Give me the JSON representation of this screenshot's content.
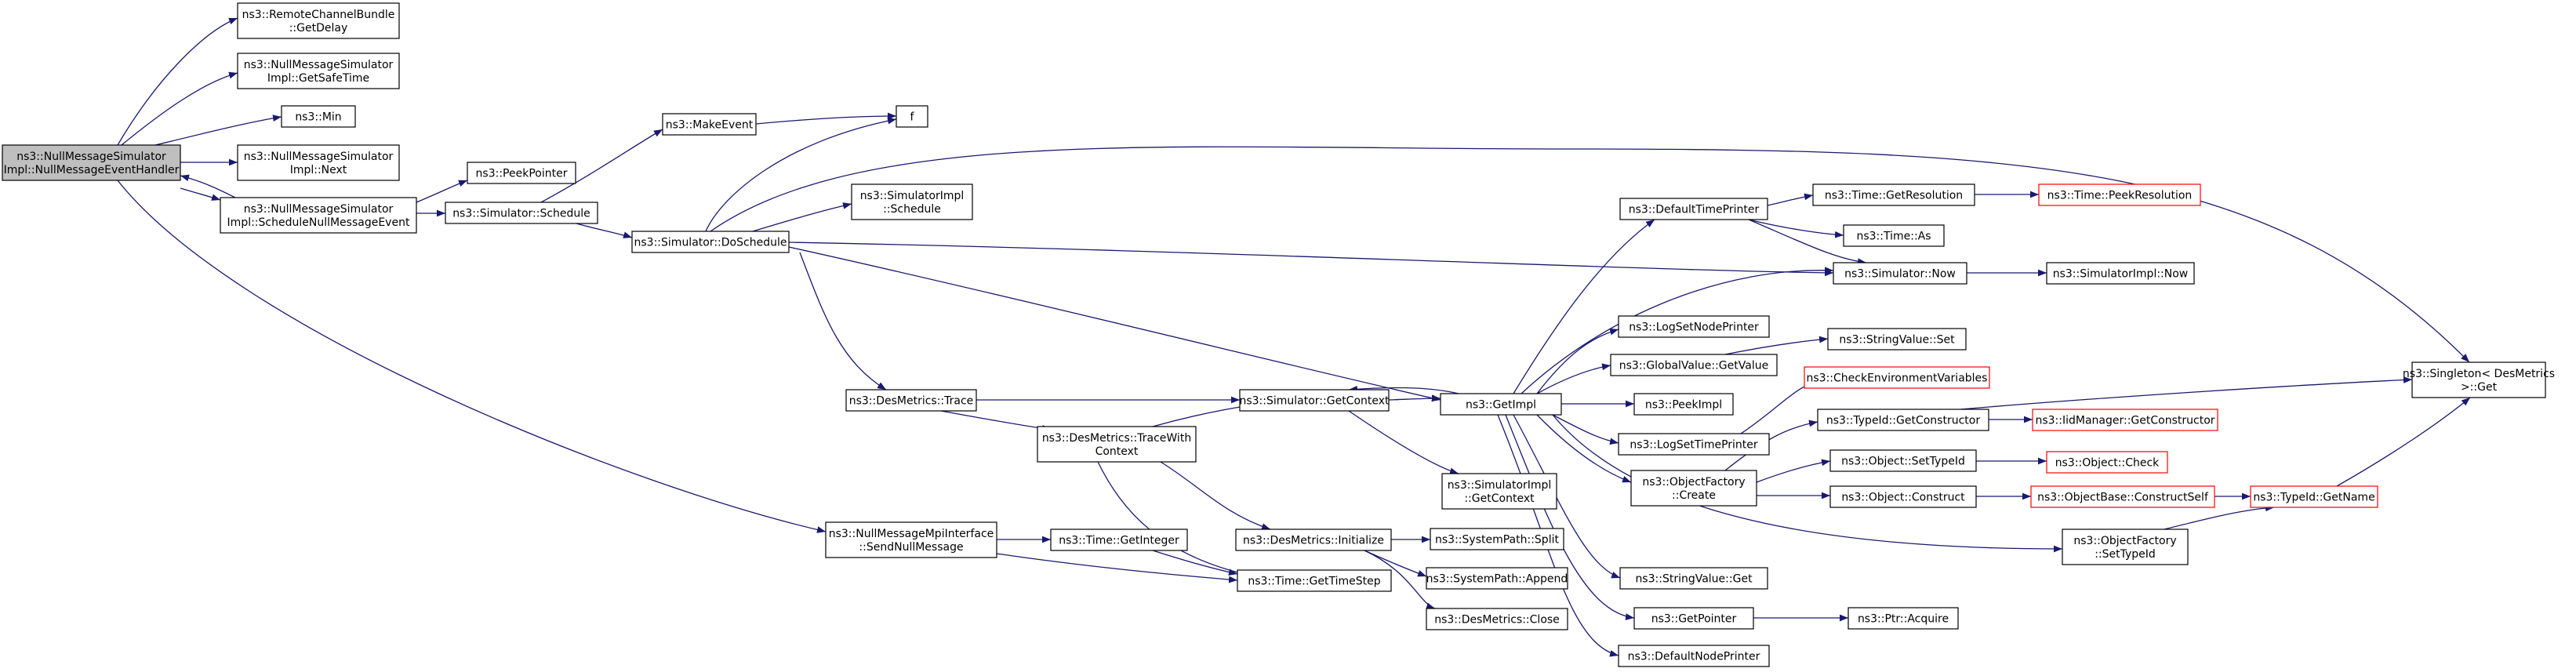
{
  "colors": {
    "edge": "#191970",
    "node_border": "#000000",
    "node_fill": "#ffffff",
    "root_fill": "#bfbfbf",
    "truncated_border": "#ff0000"
  },
  "graph": {
    "nodes": [
      {
        "id": "root",
        "lines": [
          "ns3::NullMessageSimulator",
          "Impl::NullMessageEventHandler"
        ],
        "style": "root"
      },
      {
        "id": "getdelay",
        "lines": [
          "ns3::RemoteChannelBundle",
          "::GetDelay"
        ]
      },
      {
        "id": "getsafetime",
        "lines": [
          "ns3::NullMessageSimulator",
          "Impl::GetSafeTime"
        ]
      },
      {
        "id": "min",
        "lines": [
          "ns3::Min"
        ]
      },
      {
        "id": "next",
        "lines": [
          "ns3::NullMessageSimulator",
          "Impl::Next"
        ]
      },
      {
        "id": "schednull",
        "lines": [
          "ns3::NullMessageSimulator",
          "Impl::ScheduleNullMessageEvent"
        ]
      },
      {
        "id": "peekpointer",
        "lines": [
          "ns3::PeekPointer"
        ]
      },
      {
        "id": "sched",
        "lines": [
          "ns3::Simulator::Schedule"
        ]
      },
      {
        "id": "makeevent",
        "lines": [
          "ns3::MakeEvent"
        ]
      },
      {
        "id": "f",
        "lines": [
          "f"
        ]
      },
      {
        "id": "simimplsched",
        "lines": [
          "ns3::SimulatorImpl",
          "::Schedule"
        ]
      },
      {
        "id": "dosched",
        "lines": [
          "ns3::Simulator::DoSchedule"
        ]
      },
      {
        "id": "trace",
        "lines": [
          "ns3::DesMetrics::Trace"
        ]
      },
      {
        "id": "tracectx",
        "lines": [
          "ns3::DesMetrics::TraceWith",
          "Context"
        ]
      },
      {
        "id": "getctx",
        "lines": [
          "ns3::Simulator::GetContext"
        ]
      },
      {
        "id": "simimplctx",
        "lines": [
          "ns3::SimulatorImpl",
          "::GetContext"
        ]
      },
      {
        "id": "init",
        "lines": [
          "ns3::DesMetrics::Initialize"
        ]
      },
      {
        "id": "split",
        "lines": [
          "ns3::SystemPath::Split"
        ]
      },
      {
        "id": "append",
        "lines": [
          "ns3::SystemPath::Append"
        ]
      },
      {
        "id": "close",
        "lines": [
          "ns3::DesMetrics::Close"
        ]
      },
      {
        "id": "sendnull",
        "lines": [
          "ns3::NullMessageMpiInterface",
          "::SendNullMessage"
        ]
      },
      {
        "id": "getint",
        "lines": [
          "ns3::Time::GetInteger"
        ]
      },
      {
        "id": "timestep",
        "lines": [
          "ns3::Time::GetTimeStep"
        ]
      },
      {
        "id": "getimpl",
        "lines": [
          "ns3::GetImpl"
        ]
      },
      {
        "id": "deftp",
        "lines": [
          "ns3::DefaultTimePrinter"
        ]
      },
      {
        "id": "getres",
        "lines": [
          "ns3::Time::GetResolution"
        ]
      },
      {
        "id": "peekres",
        "lines": [
          "ns3::Time::PeekResolution"
        ],
        "style": "truncated"
      },
      {
        "id": "timeas",
        "lines": [
          "ns3::Time::As"
        ]
      },
      {
        "id": "simnow",
        "lines": [
          "ns3::Simulator::Now"
        ]
      },
      {
        "id": "simimplnow",
        "lines": [
          "ns3::SimulatorImpl::Now"
        ]
      },
      {
        "id": "lognp",
        "lines": [
          "ns3::LogSetNodePrinter"
        ]
      },
      {
        "id": "gvget",
        "lines": [
          "ns3::GlobalValue::GetValue"
        ]
      },
      {
        "id": "svset",
        "lines": [
          "ns3::StringValue::Set"
        ]
      },
      {
        "id": "checkenv",
        "lines": [
          "ns3::CheckEnvironmentVariables"
        ],
        "style": "truncated"
      },
      {
        "id": "peekimpl",
        "lines": [
          "ns3::PeekImpl"
        ]
      },
      {
        "id": "logtp",
        "lines": [
          "ns3::LogSetTimePrinter"
        ]
      },
      {
        "id": "ofcreate",
        "lines": [
          "ns3::ObjectFactory",
          "::Create"
        ]
      },
      {
        "id": "tidgetctor",
        "lines": [
          "ns3::TypeId::GetConstructor"
        ]
      },
      {
        "id": "iidget",
        "lines": [
          "ns3::IidManager::GetConstructor"
        ],
        "style": "truncated"
      },
      {
        "id": "objsettid",
        "lines": [
          "ns3::Object::SetTypeId"
        ]
      },
      {
        "id": "objcheck",
        "lines": [
          "ns3::Object::Check"
        ],
        "style": "truncated"
      },
      {
        "id": "objconstruct",
        "lines": [
          "ns3::Object::Construct"
        ]
      },
      {
        "id": "obconstructself",
        "lines": [
          "ns3::ObjectBase::ConstructSelf"
        ],
        "style": "truncated"
      },
      {
        "id": "tidgetname",
        "lines": [
          "ns3::TypeId::GetName"
        ],
        "style": "truncated"
      },
      {
        "id": "ofsettid",
        "lines": [
          "ns3::ObjectFactory",
          "::SetTypeId"
        ]
      },
      {
        "id": "svget",
        "lines": [
          "ns3::StringValue::Get"
        ]
      },
      {
        "id": "getpointer",
        "lines": [
          "ns3::GetPointer"
        ]
      },
      {
        "id": "ptracquire",
        "lines": [
          "ns3::Ptr::Acquire"
        ]
      },
      {
        "id": "defnp",
        "lines": [
          "ns3::DefaultNodePrinter"
        ]
      },
      {
        "id": "singleton",
        "lines": [
          "ns3::Singleton< DesMetrics",
          ">::Get"
        ]
      }
    ]
  }
}
